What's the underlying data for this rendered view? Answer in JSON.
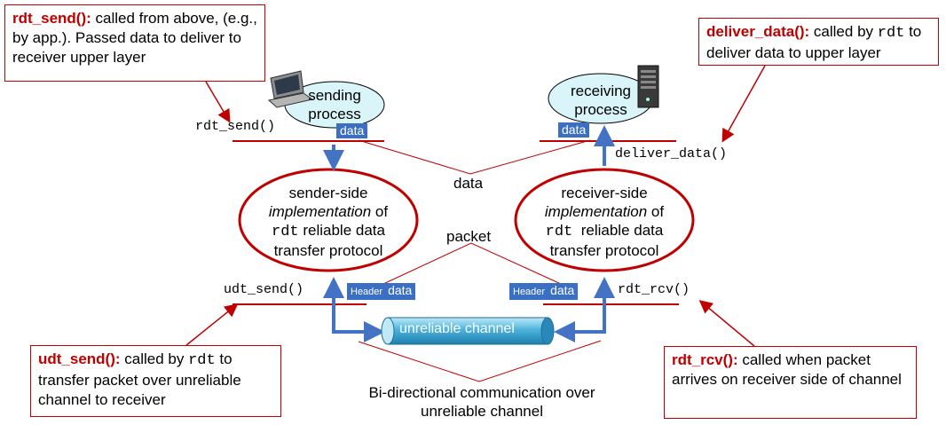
{
  "callouts": {
    "rdt_send": {
      "fn": "rdt_send():",
      "rest": " called from above, (e.g., by app.). Passed data to deliver to receiver upper layer"
    },
    "deliver_data": {
      "fn": "deliver_data():",
      "rest1": " called by ",
      "code": "rdt",
      "rest2": " to deliver data to upper layer"
    },
    "udt_send": {
      "fn": "udt_send():",
      "rest1": " called by ",
      "code": "rdt",
      "rest2": " to transfer packet over unreliable channel to receiver"
    },
    "rdt_rcv": {
      "fn": "rdt_rcv():",
      "rest": " called when packet arrives on receiver side of channel"
    }
  },
  "functions": {
    "rdt_send": "rdt_send()",
    "deliver_data": "deliver_data()",
    "udt_send": "udt_send()",
    "rdt_rcv": "rdt_rcv()"
  },
  "processes": {
    "sending_line1": "sending",
    "sending_line2": "process",
    "receiving_line1": "receiving",
    "receiving_line2": "process"
  },
  "sender_impl": {
    "l1": "sender-side",
    "l2_italic": "implementation",
    "l2_rest": " of",
    "l3_code": "rdt",
    "l3_rest": " reliable data",
    "l4": "transfer protocol"
  },
  "receiver_impl": {
    "l1": "receiver-side",
    "l2_italic": "implementation",
    "l2_rest": " of",
    "l3_code": "rdt",
    "l3_rest": "  reliable data",
    "l4": "transfer protocol"
  },
  "tags": {
    "data_left": "data",
    "data_right": "data",
    "header_left": "Header",
    "data_pkt_left": "data",
    "header_right": "Header",
    "data_pkt_right": "data"
  },
  "labels": {
    "data": "data",
    "packet": "packet",
    "channel": "unreliable channel",
    "caption_line1": "Bi-directional communication over",
    "caption_line2": "unreliable channel"
  },
  "colors": {
    "accent_red": "#c00000",
    "arrow_blue": "#4472c4",
    "tag_blue": "#3a6fc4",
    "bubble": "#d9f5f9"
  }
}
